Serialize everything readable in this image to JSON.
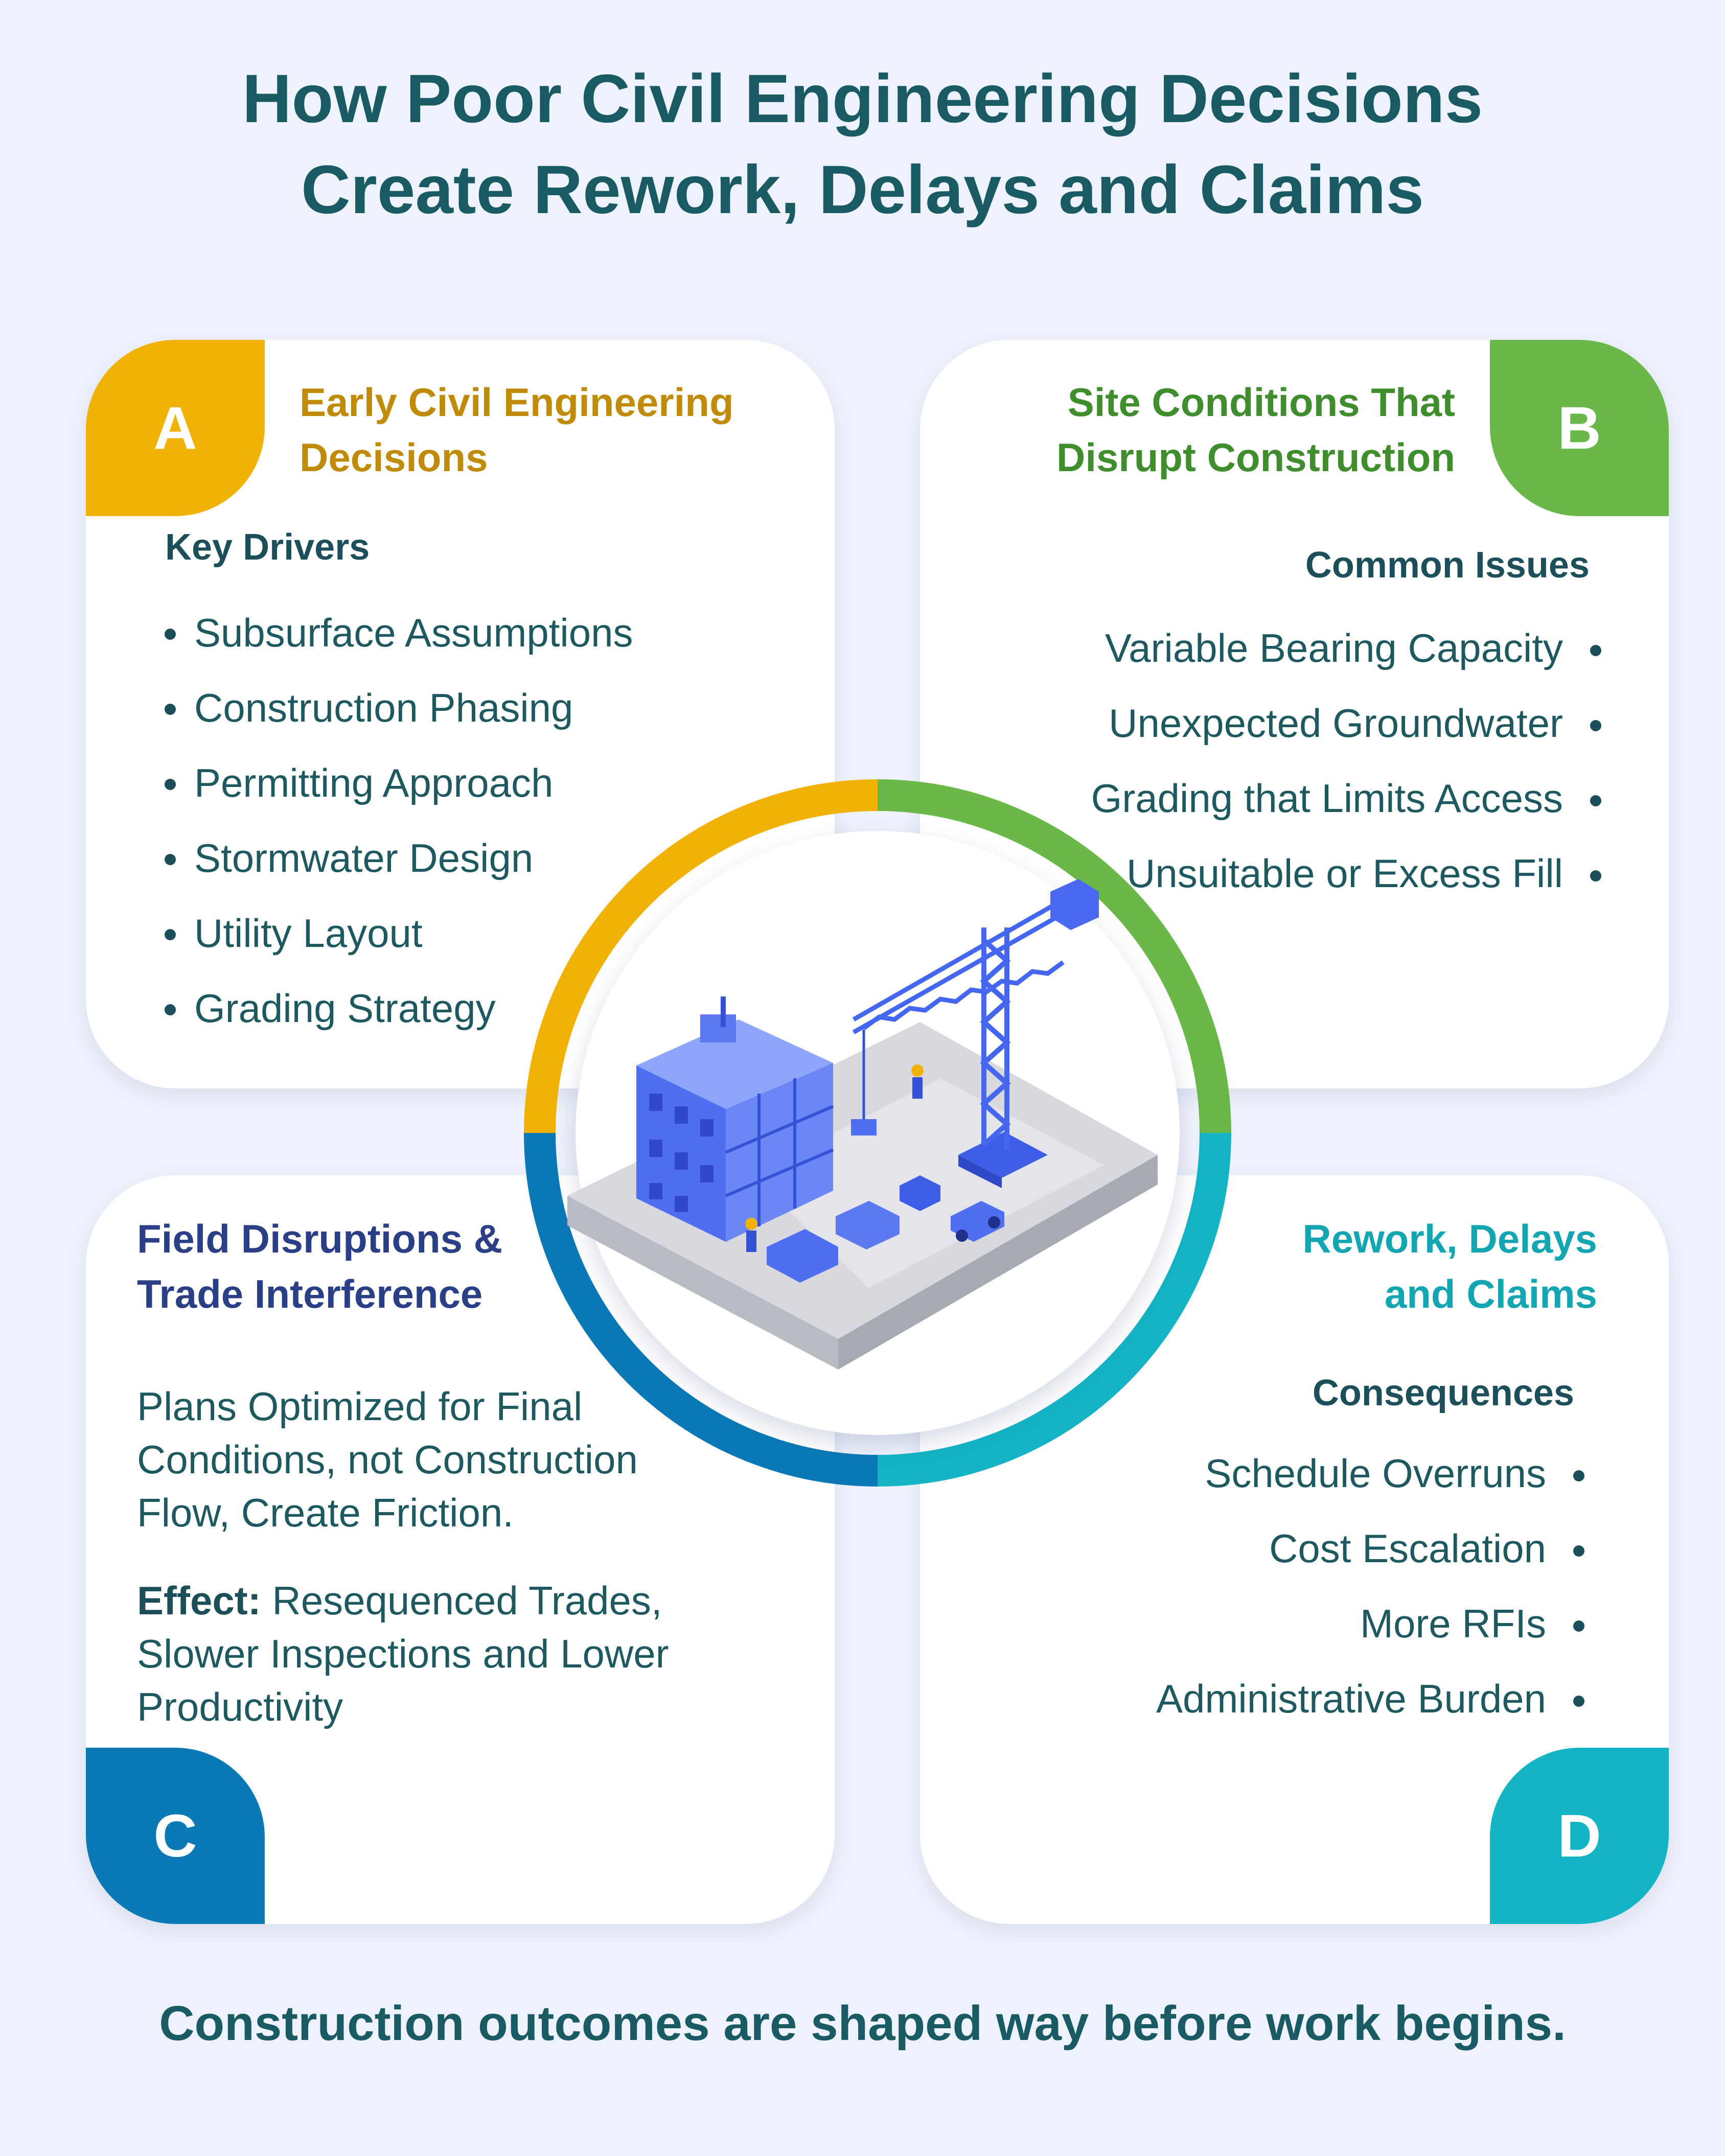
{
  "title": {
    "line1": "How Poor Civil Engineering Decisions",
    "line2": "Create Rework, Delays and Claims"
  },
  "colors": {
    "a": "#f2b205",
    "b": "#6ab84a",
    "c": "#0a79b5",
    "d": "#14b4c4",
    "text": "#1a5a62"
  },
  "cards": {
    "a": {
      "letter": "A",
      "title_line1": "Early Civil Engineering",
      "title_line2": "Decisions",
      "subtitle": "Key Drivers",
      "items": [
        "Subsurface Assumptions",
        "Construction Phasing",
        "Permitting Approach",
        "Stormwater Design",
        "Utility Layout",
        "Grading Strategy"
      ]
    },
    "b": {
      "letter": "B",
      "title_line1": "Site Conditions That",
      "title_line2": "Disrupt Construction",
      "subtitle": "Common Issues",
      "items": [
        "Variable Bearing Capacity",
        "Unexpected Groundwater",
        "Grading that Limits Access",
        "Unsuitable or Excess Fill"
      ]
    },
    "c": {
      "letter": "C",
      "title_line1": "Field Disruptions &",
      "title_line2": "Trade Interference",
      "paragraph": "Plans Optimized for Final Conditions, not Construction Flow, Create Friction.",
      "effect_label": "Effect:",
      "effect_text": "Resequenced Trades, Slower Inspections and Lower Productivity"
    },
    "d": {
      "letter": "D",
      "title_line1": "Rework, Delays",
      "title_line2": "and Claims",
      "subtitle": "Consequences",
      "items": [
        "Schedule Overruns",
        "Cost Escalation",
        "More RFIs",
        "Administrative Burden"
      ]
    }
  },
  "center_illustration": "isometric-construction-site-icon",
  "footer": "Construction outcomes are shaped way before work begins."
}
